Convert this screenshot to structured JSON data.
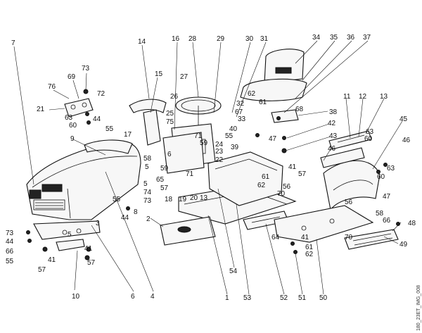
{
  "image_code": "180_23ET_IMG_008",
  "callouts": {
    "n7": "7",
    "n73a": "73",
    "n76": "76",
    "n69": "69",
    "n72": "72",
    "n21": "21",
    "n63a": "63",
    "n60a": "60",
    "n44a": "44",
    "n55a": "55",
    "n14": "14",
    "n15": "15",
    "n16": "16",
    "n17": "17",
    "n28": "28",
    "n27": "27",
    "n26": "26",
    "n29": "29",
    "n30": "30",
    "n31": "31",
    "n34": "34",
    "n35": "35",
    "n36": "36",
    "n37": "37",
    "n62a": "62",
    "n32": "32",
    "n67": "67",
    "n33": "33",
    "n61a": "61",
    "n68": "68",
    "n38": "38",
    "n25": "25",
    "n75": "75",
    "n71a": "71",
    "n59a": "59",
    "n40": "40",
    "n55b": "55",
    "n47a": "47",
    "n42": "42",
    "n43": "43",
    "n46a": "46",
    "n11": "11",
    "n12": "12",
    "n13": "13",
    "n45": "45",
    "n63b": "63",
    "n60b": "60",
    "n46b": "46",
    "n63c": "63",
    "n60c": "60",
    "n9": "9",
    "n58a": "58",
    "n5a": "5",
    "n6a": "6",
    "n59b": "59",
    "n65": "65",
    "n57a": "57",
    "n71b": "71",
    "n24": "24",
    "n23": "23",
    "n22": "22",
    "n39": "39",
    "n41a": "41",
    "n57b": "57",
    "n61b": "61",
    "n56a": "56",
    "n62b": "62",
    "n70a": "70",
    "n5b": "5",
    "n74": "74",
    "n18": "18",
    "n19": "19",
    "n20": "20",
    "n13b": "13",
    "n55c": "55",
    "n8": "8",
    "n44b": "44",
    "n73b": "73",
    "n47b": "47",
    "n56b": "56",
    "n2": "2",
    "n3": "3",
    "n73c": "73",
    "n44c": "44",
    "n66a": "66",
    "n55d": "55",
    "n5c": "5",
    "n41b": "41",
    "n57c": "57",
    "n41c": "41",
    "n57d": "57",
    "n10": "10",
    "n6b": "6",
    "n4": "4",
    "n54": "54",
    "n1": "1",
    "n53": "53",
    "n52": "52",
    "n64": "64",
    "n41d": "41",
    "n61c": "61",
    "n62c": "62",
    "n51": "51",
    "n50": "50",
    "n58b": "58",
    "n66b": "66",
    "n48": "48",
    "n70b": "70",
    "n49": "49"
  }
}
